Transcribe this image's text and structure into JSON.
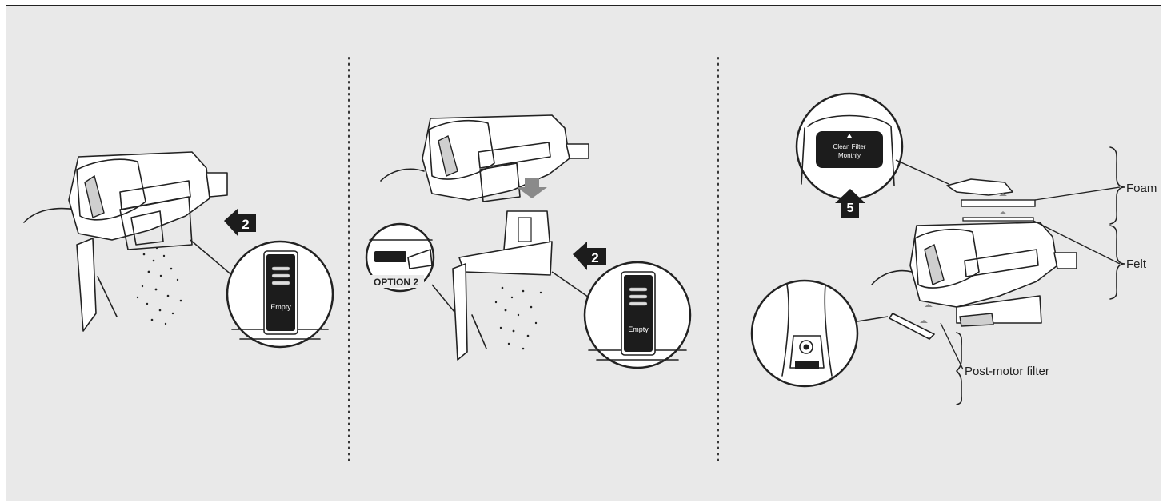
{
  "panels": [
    {
      "arrow_label": "2",
      "button_label": "Empty"
    },
    {
      "arrow_label": "2",
      "inset_label": "OPTION 2",
      "button_label": "Empty"
    },
    {
      "arrow_label": "5",
      "filter_badge_line1": "Clean Filter",
      "filter_badge_line2": "Monthly",
      "callouts": {
        "foam": "Foam",
        "felt": "Felt",
        "post_motor": "Post-motor filter"
      }
    }
  ],
  "colors": {
    "background": "#e9e9e9",
    "line": "#222222",
    "arrow": "#1c1c1c"
  }
}
